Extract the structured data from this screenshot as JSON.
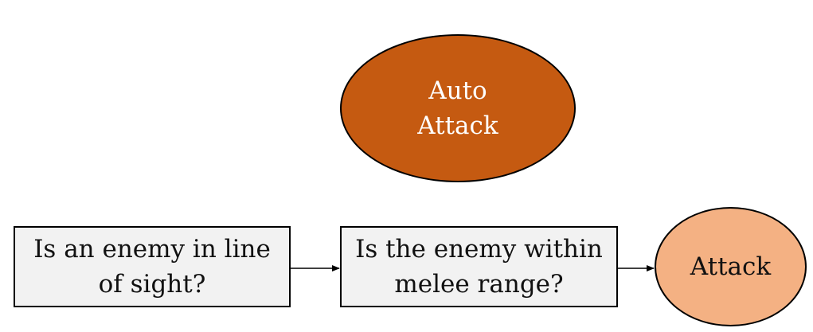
{
  "diagram": {
    "root": {
      "label": "Auto\nAttack",
      "fill_color": "#c55a11",
      "text_color": "#ffffff"
    },
    "condition_1": {
      "label": "Is an enemy in line\nof sight?",
      "fill_color": "#f2f2f2"
    },
    "condition_2": {
      "label": "Is the enemy within\nmelee range?",
      "fill_color": "#f2f2f2"
    },
    "action": {
      "label": "Attack",
      "fill_color": "#f4b183"
    },
    "edges": [
      {
        "from": "condition_1",
        "to": "condition_2"
      },
      {
        "from": "condition_2",
        "to": "action"
      }
    ]
  }
}
